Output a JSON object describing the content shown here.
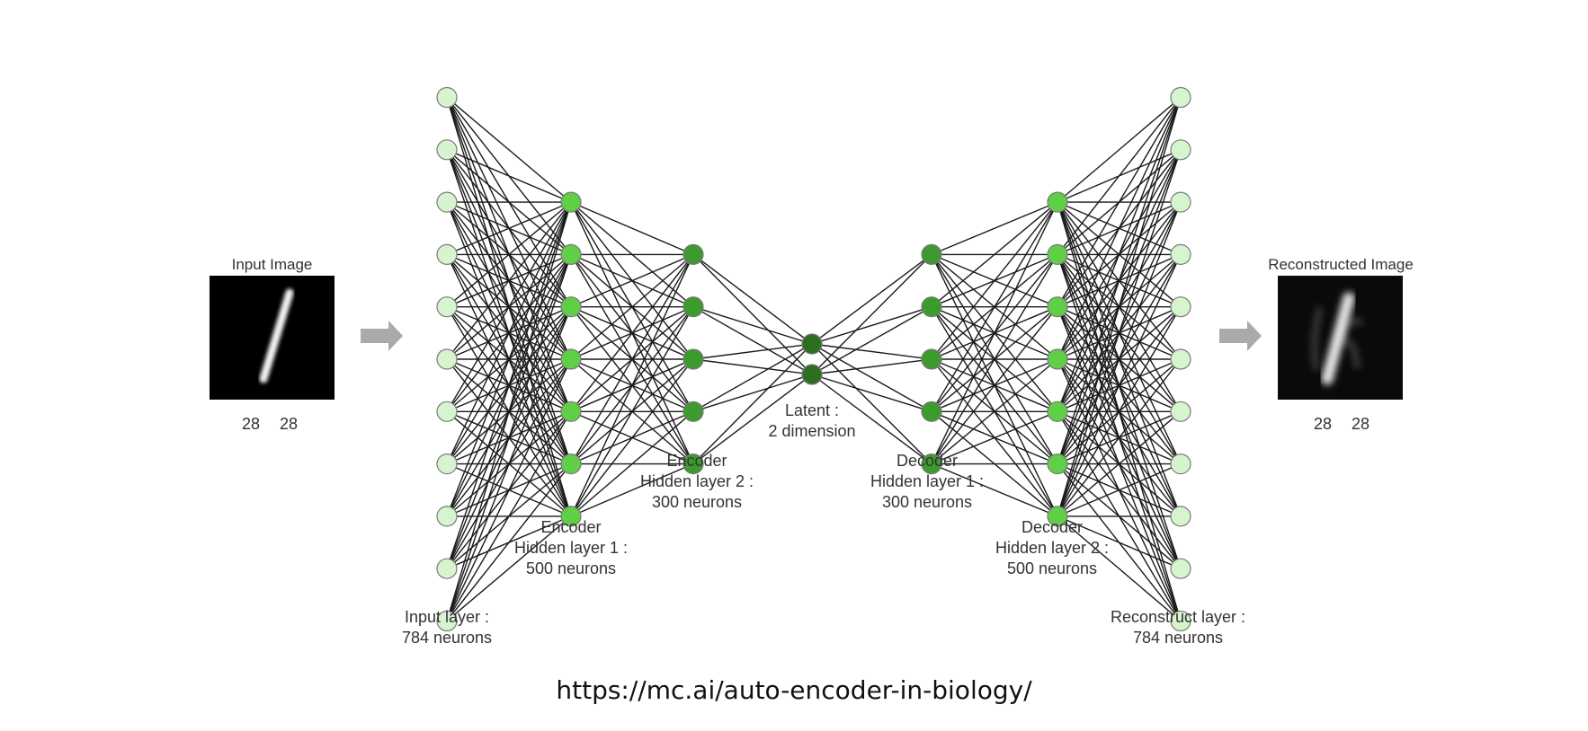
{
  "input_image": {
    "title": "Input Image",
    "dim_w": "28",
    "dim_h": "28"
  },
  "output_image": {
    "title": "Reconstructed Image",
    "dim_w": "28",
    "dim_h": "28"
  },
  "layers": [
    {
      "id": "input",
      "lines": [
        "Input layer :",
        "784 neurons"
      ],
      "nodes_drawn": 11,
      "color": "#d6f5cf"
    },
    {
      "id": "enc1",
      "lines": [
        "Encoder",
        "Hidden layer 1 :",
        "500 neurons"
      ],
      "nodes_drawn": 7,
      "color": "#5fcf46"
    },
    {
      "id": "enc2",
      "lines": [
        "Encoder",
        "Hidden layer 2 :",
        "300 neurons"
      ],
      "nodes_drawn": 5,
      "color": "#3d9a2e"
    },
    {
      "id": "latent",
      "lines": [
        "Latent :",
        "2 dimension"
      ],
      "nodes_drawn": 2,
      "color": "#2d6e22"
    },
    {
      "id": "dec1",
      "lines": [
        "Decoder",
        "Hidden layer 1 :",
        "300 neurons"
      ],
      "nodes_drawn": 5,
      "color": "#3d9a2e"
    },
    {
      "id": "dec2",
      "lines": [
        "Decoder",
        "Hidden layer 2 :",
        "500 neurons"
      ],
      "nodes_drawn": 7,
      "color": "#5fcf46"
    },
    {
      "id": "output",
      "lines": [
        "Reconstruct layer :",
        "784 neurons"
      ],
      "nodes_drawn": 11,
      "color": "#d6f5cf"
    }
  ],
  "source": "https://mc.ai/auto-encoder-in-biology/"
}
